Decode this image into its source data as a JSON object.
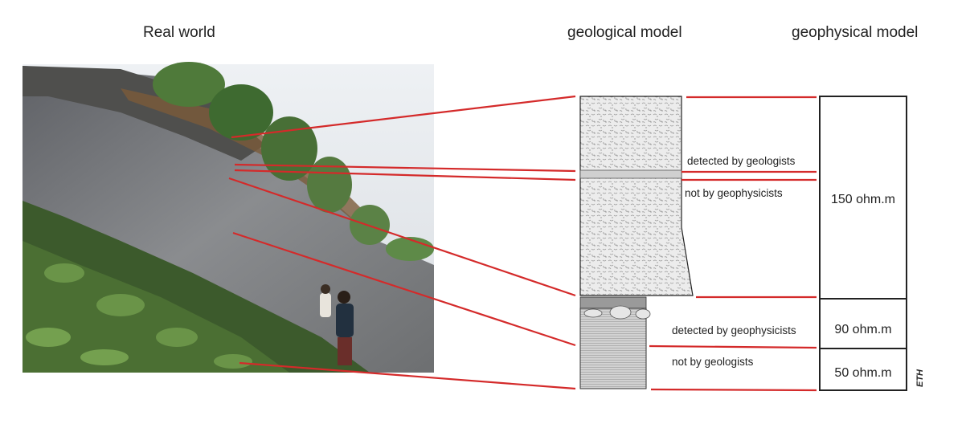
{
  "headings": {
    "real_world": "Real world",
    "geological_model": "geological model",
    "geophysical_model": "geophysical model"
  },
  "annotations": {
    "detected_by_geologists": "detected by geologists",
    "not_by_geophysicists": "not by geophysicists",
    "detected_by_geophysicists": "detected by geophysicists",
    "not_by_geologists": "not by geologists"
  },
  "geophysical_layers": [
    {
      "label": "150 ohm.m",
      "resistivity": 150
    },
    {
      "label": "90 ohm.m",
      "resistivity": 90
    },
    {
      "label": "50 ohm.m",
      "resistivity": 50
    }
  ],
  "watermark": "ETH",
  "colors": {
    "connector_line": "#d42a2a",
    "column_outline": "#222222",
    "gravel_fill": "#e9e9e9",
    "clay_fill": "#c9c9c9"
  }
}
